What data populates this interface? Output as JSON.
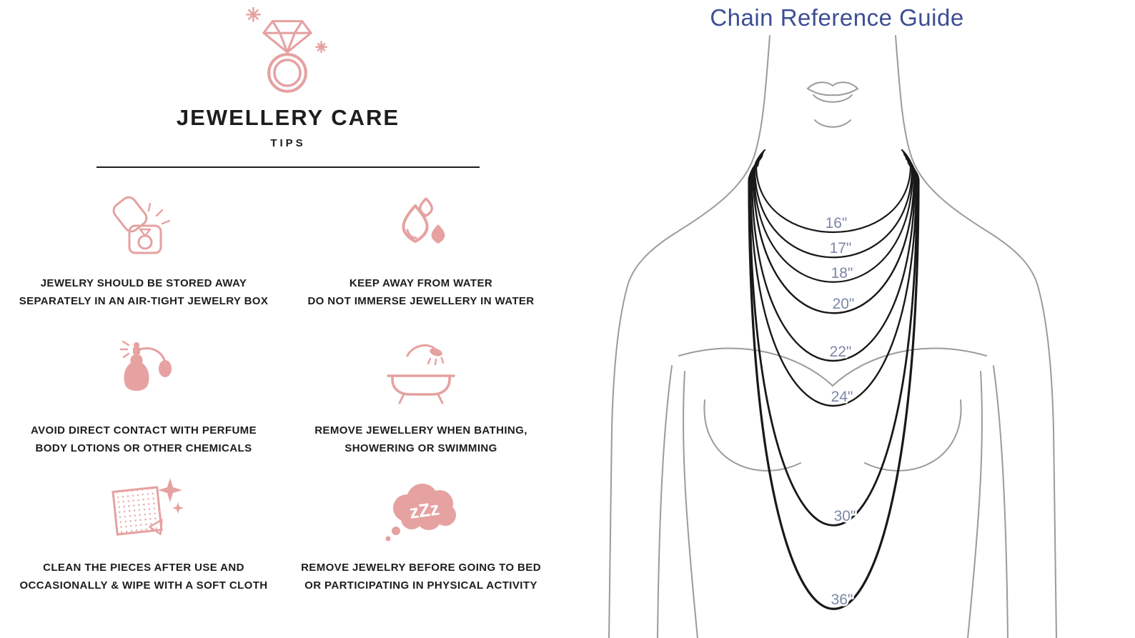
{
  "care_guide": {
    "title": "JEWELLERY CARE",
    "subtitle": "TIPS",
    "accent_color": "#e6a1a1",
    "text_color": "#1d1d1f",
    "zzz": "zZz",
    "tips": [
      {
        "icon": "ring-box-icon",
        "lines": [
          "JEWELRY SHOULD BE STORED AWAY",
          "SEPARATELY IN AN AIR-TIGHT JEWELRY BOX"
        ]
      },
      {
        "icon": "water-drops-icon",
        "lines": [
          "KEEP AWAY FROM WATER",
          "DO NOT IMMERSE JEWELLERY IN WATER"
        ]
      },
      {
        "icon": "perfume-icon",
        "lines": [
          "AVOID DIRECT CONTACT WITH PERFUME",
          "BODY LOTIONS OR OTHER CHEMICALS"
        ]
      },
      {
        "icon": "bathtub-icon",
        "lines": [
          "REMOVE JEWELLERY WHEN BATHING,",
          "SHOWERING OR SWIMMING"
        ]
      },
      {
        "icon": "cloth-icon",
        "lines": [
          "CLEAN THE PIECES AFTER USE AND",
          "OCCASIONALLY & WIPE WITH A SOFT CLOTH"
        ]
      },
      {
        "icon": "sleep-icon",
        "lines": [
          "REMOVE JEWELRY BEFORE GOING TO BED",
          "OR PARTICIPATING IN PHYSICAL ACTIVITY"
        ]
      }
    ]
  },
  "chain_guide": {
    "title": "Chain Reference Guide",
    "title_color": "#3d4e94",
    "label_color": "#7b87a6",
    "lengths": [
      "16\"",
      "17\"",
      "18\"",
      "20\"",
      "22\"",
      "24\"",
      "30\"",
      "36\""
    ]
  }
}
